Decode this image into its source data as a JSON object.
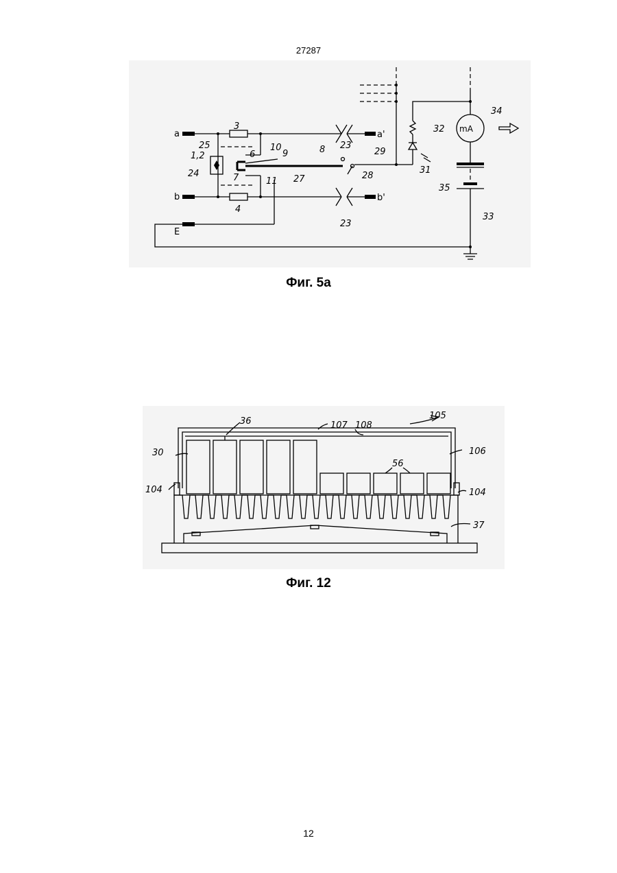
{
  "header": {
    "doc_number": "27287"
  },
  "figure_5a": {
    "caption": "Фиг. 5а",
    "terminals": {
      "a": "a",
      "a_prime": "a'",
      "b": "b",
      "b_prime": "b'",
      "e": "E"
    },
    "meter_label": "mA",
    "labels": {
      "l3": "3",
      "l4": "4",
      "l6": "6",
      "l7": "7",
      "l8": "8",
      "l9": "9",
      "l10": "10",
      "l11": "11",
      "l12": "1,2",
      "l23a": "23",
      "l23b": "23",
      "l24": "24",
      "l25": "25",
      "l27": "27",
      "l28": "28",
      "l29": "29",
      "l31": "31",
      "l32": "32",
      "l33": "33",
      "l34": "34",
      "l35": "35"
    }
  },
  "figure_12": {
    "caption": "Фиг. 12",
    "labels": {
      "l30": "30",
      "l36": "36",
      "l37": "37",
      "l56": "56",
      "l104a": "104",
      "l104b": "104",
      "l105": "105",
      "l106": "106",
      "l107": "107",
      "l108": "108"
    }
  },
  "footer": {
    "page_number": "12"
  }
}
